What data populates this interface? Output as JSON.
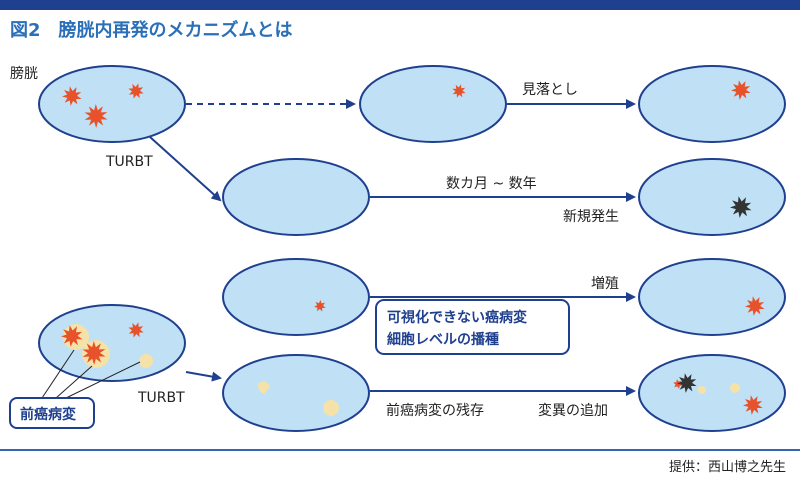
{
  "title": "図2　膀胱内再発のメカニズムとは",
  "credit": "提供：西山博之先生",
  "labels": {
    "bladder": "膀胱",
    "turbt_top": "TURBT",
    "turbt_bottom": "TURBT",
    "miokoshi": "見落とし",
    "duration": "数カ月 ~ 数年",
    "new_occurrence": "新規発生",
    "proliferation": "増殖",
    "residual": "前癌病変の残存",
    "added_mutation": "変異の追加",
    "precancer": "前癌病変",
    "invisible_line1": "可視化できない癌病変",
    "invisible_line2": "細胞レベルの播種"
  },
  "colors": {
    "bladder_fill": "#bfe0f5",
    "bladder_stroke": "#1f3f8f",
    "tumor": "#e8522a",
    "dark_tumor": "#333333",
    "precancer": "#f5e2a8",
    "arrow": "#1f3f8f",
    "title": "#2a6fb8"
  }
}
